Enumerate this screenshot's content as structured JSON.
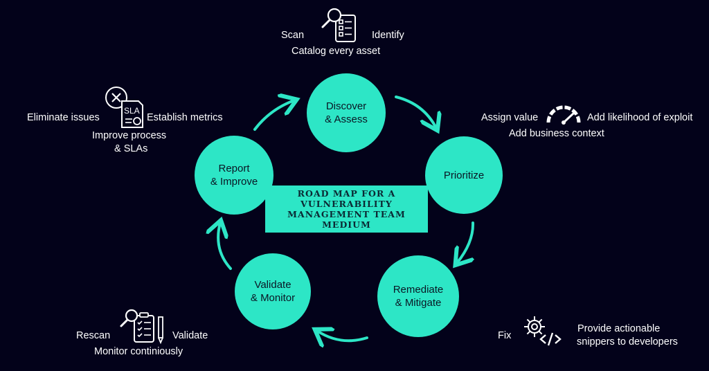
{
  "colors": {
    "background": "#03021a",
    "accent": "#2de6c6",
    "node_text": "#0a1624",
    "label_text": "#ffffff"
  },
  "center_title": {
    "line1": "ROAD MAP FOR A",
    "line2": "VULNERABILITY",
    "line3": "MANAGEMENT TEAM",
    "line4": "MEDIUM"
  },
  "nodes": [
    {
      "line1": "Discover",
      "line2": "& Assess",
      "icon": "search-checklist-icon",
      "notes": {
        "left": "Scan",
        "right": "Identify",
        "bottom": "Catalog every asset"
      }
    },
    {
      "line1": "Prioritize",
      "line2": "",
      "icon": "gauge-icon",
      "notes": {
        "left": "Assign value",
        "right": "Add likelihood of exploit",
        "bottom": "Add business context"
      }
    },
    {
      "line1": "Remediate",
      "line2": "& Mitigate",
      "icon": "gear-code-icon",
      "notes": {
        "left": "Fix",
        "right_line1": "Provide actionable",
        "right_line2": "snippers to developers"
      }
    },
    {
      "line1": "Validate",
      "line2": "& Monitor",
      "icon": "clipboard-pencil-icon",
      "notes": {
        "left": "Rescan",
        "right": "Validate",
        "bottom": "Monitor continiously"
      }
    },
    {
      "line1": "Report",
      "line2": "& Improve",
      "icon": "sla-document-icon",
      "notes": {
        "left": "Eliminate issues",
        "right": "Establish metrics",
        "bottom_line1": "Improve process",
        "bottom_line2": "& SLAs"
      }
    }
  ]
}
